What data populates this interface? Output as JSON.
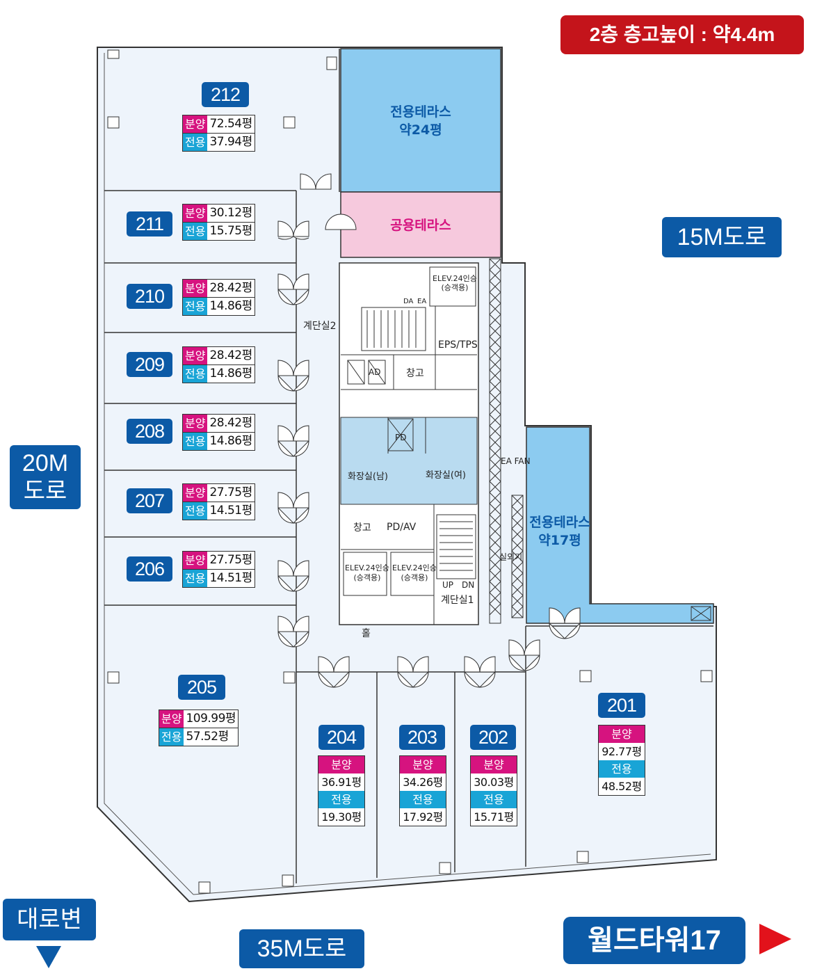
{
  "header_badge": "2층 층고높이 : 약4.4m",
  "roads": {
    "road_15m": "15M도로",
    "road_20m_line1": "20M",
    "road_20m_line2": "도로",
    "road_35m": "35M도로",
    "main_road": "대로변"
  },
  "building_name": "월드타워17",
  "labels": {
    "sale": "분양",
    "exclusive": "전용"
  },
  "terraces": {
    "t1_line1": "전용테라스",
    "t1_line2": "약24평",
    "shared": "공용테라스",
    "t2_line1": "전용테라스",
    "t2_line2": "약17평"
  },
  "rooms": {
    "stair2": "계단실2",
    "stair1": "계단실1",
    "eps": "EPS/TPS",
    "storage1": "창고",
    "storage2": "창고",
    "elev_top_1": "ELEV.24인승",
    "elev_top_2": "(승객용)",
    "elev_a1": "ELEV.24인승",
    "elev_a2": "(승객용)",
    "elev_b1": "ELEV.24인승",
    "elev_b2": "(승객용)",
    "pd": "PD",
    "pdav": "PD/AV",
    "ad": "AD",
    "toilet_m": "화장실(남)",
    "toilet_f": "화장실(여)",
    "ea_fan": "EA FAN",
    "outdoor_unit": "실외기",
    "hall": "홀",
    "up": "UP",
    "dn": "DN",
    "da": "DA",
    "ea": "EA"
  },
  "units": [
    {
      "no": "212",
      "sale": "72.54평",
      "exclusive": "37.94평"
    },
    {
      "no": "211",
      "sale": "30.12평",
      "exclusive": "15.75평"
    },
    {
      "no": "210",
      "sale": "28.42평",
      "exclusive": "14.86평"
    },
    {
      "no": "209",
      "sale": "28.42평",
      "exclusive": "14.86평"
    },
    {
      "no": "208",
      "sale": "28.42평",
      "exclusive": "14.86평"
    },
    {
      "no": "207",
      "sale": "27.75평",
      "exclusive": "14.51평"
    },
    {
      "no": "206",
      "sale": "27.75평",
      "exclusive": "14.51평"
    },
    {
      "no": "205",
      "sale": "109.99평",
      "exclusive": "57.52평"
    },
    {
      "no": "204",
      "sale": "36.91평",
      "exclusive": "19.30평"
    },
    {
      "no": "203",
      "sale": "34.26평",
      "exclusive": "17.92평"
    },
    {
      "no": "202",
      "sale": "30.03평",
      "exclusive": "15.71평"
    },
    {
      "no": "201",
      "sale": "92.77평",
      "exclusive": "48.52평"
    }
  ],
  "colors": {
    "unit_fill": "#eef4fb",
    "private_terrace": "#8ccbf0",
    "shared_terrace": "#f6c9dd",
    "toilet": "#b9dbf0",
    "badge_blue": "#0c5aa6",
    "badge_red": "#c4141b",
    "sale_magenta": "#d6137f",
    "exclusive_cyan": "#19a4d6"
  }
}
